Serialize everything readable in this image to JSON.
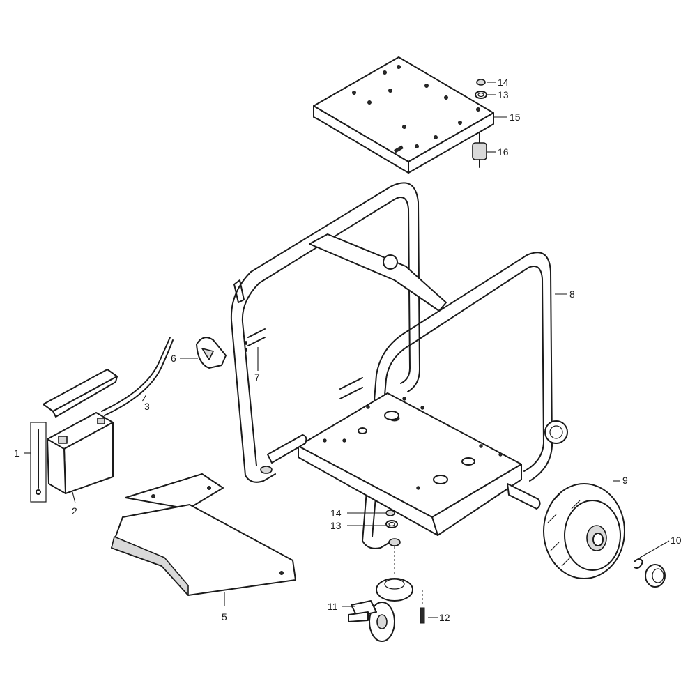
{
  "diagram": {
    "callouts": [
      {
        "id": "c1",
        "text": "1"
      },
      {
        "id": "c2",
        "text": "2"
      },
      {
        "id": "c3",
        "text": "3"
      },
      {
        "id": "c5",
        "text": "5"
      },
      {
        "id": "c6",
        "text": "6"
      },
      {
        "id": "c7",
        "text": "7"
      },
      {
        "id": "c8",
        "text": "8"
      },
      {
        "id": "c9",
        "text": "9"
      },
      {
        "id": "c10",
        "text": "10"
      },
      {
        "id": "c11",
        "text": "11"
      },
      {
        "id": "c12",
        "text": "12"
      },
      {
        "id": "c13a",
        "text": "13"
      },
      {
        "id": "c14a",
        "text": "14"
      },
      {
        "id": "c13b",
        "text": "13"
      },
      {
        "id": "c14b",
        "text": "14"
      },
      {
        "id": "c15",
        "text": "15"
      },
      {
        "id": "c16",
        "text": "16"
      }
    ]
  }
}
